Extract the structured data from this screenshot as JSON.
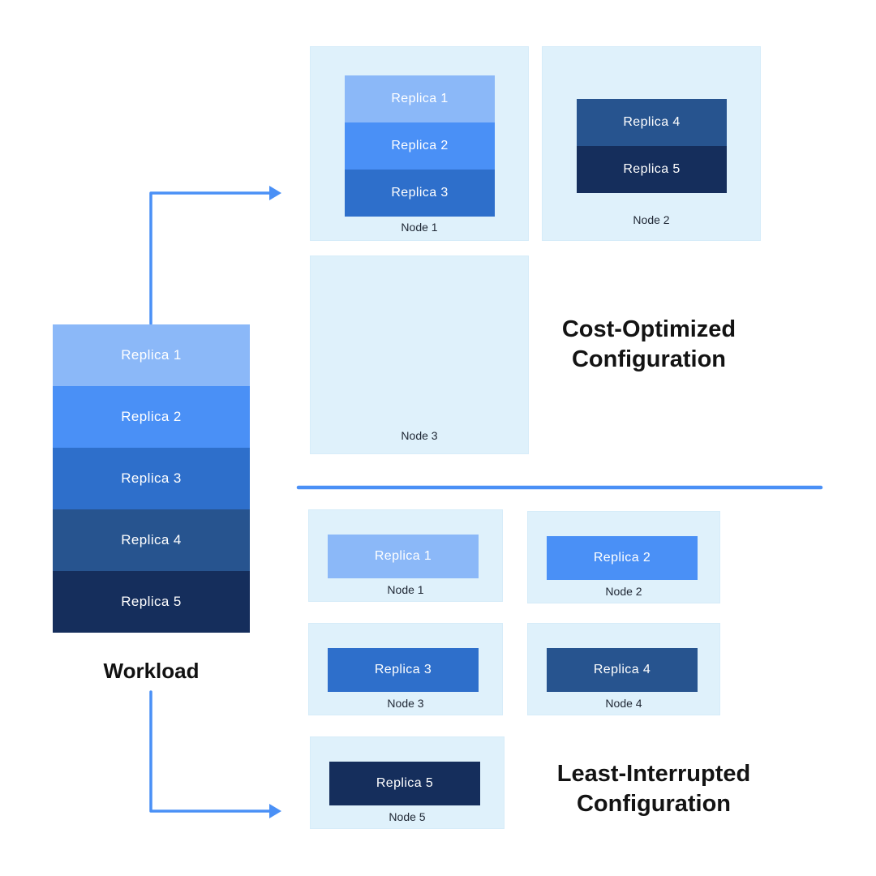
{
  "colors": {
    "replica_1": "#8BB8F8",
    "replica_2": "#4A90F6",
    "replica_3": "#2E6FCB",
    "replica_4": "#27548F",
    "replica_5": "#152E5C",
    "node_bg": "#DFF1FB",
    "accent": "#4A90F6"
  },
  "workload": {
    "label": "Workload",
    "replicas": [
      {
        "label": "Replica 1"
      },
      {
        "label": "Replica 2"
      },
      {
        "label": "Replica 3"
      },
      {
        "label": "Replica 4"
      },
      {
        "label": "Replica 5"
      }
    ]
  },
  "cost_optimized": {
    "title_line1": "Cost-Optimized",
    "title_line2": "Configuration",
    "nodes": [
      {
        "label": "Node 1",
        "replicas": [
          "Replica 1",
          "Replica 2",
          "Replica 3"
        ]
      },
      {
        "label": "Node 2",
        "replicas": [
          "Replica 4",
          "Replica 5"
        ]
      },
      {
        "label": "Node 3",
        "replicas": []
      }
    ]
  },
  "least_interrupted": {
    "title_line1": "Least-Interrupted",
    "title_line2": "Configuration",
    "nodes": [
      {
        "label": "Node 1",
        "replicas": [
          "Replica 1"
        ]
      },
      {
        "label": "Node 2",
        "replicas": [
          "Replica 2"
        ]
      },
      {
        "label": "Node 3",
        "replicas": [
          "Replica 3"
        ]
      },
      {
        "label": "Node 4",
        "replicas": [
          "Replica 4"
        ]
      },
      {
        "label": "Node 5",
        "replicas": [
          "Replica 5"
        ]
      }
    ]
  }
}
